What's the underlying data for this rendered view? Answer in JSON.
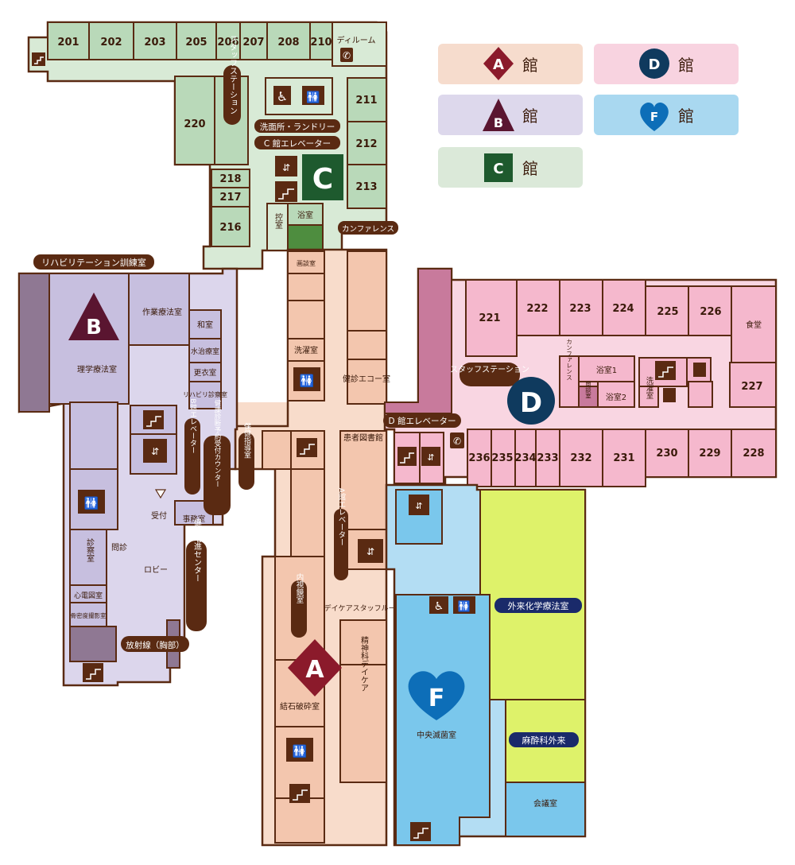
{
  "legend": [
    {
      "mark": "A",
      "name": "館",
      "color": "#f6dccd",
      "markColor": "#8b1a2b",
      "shape": "diamond"
    },
    {
      "mark": "D",
      "name": "館",
      "color": "#f8d3e0",
      "markColor": "#0f3a5e",
      "shape": "circle"
    },
    {
      "mark": "B",
      "name": "館",
      "color": "#ddd8ec",
      "markColor": "#5a1530",
      "shape": "triangle"
    },
    {
      "mark": "F",
      "name": "館",
      "color": "#a9d8f0",
      "markColor": "#0d6eb8",
      "shape": "heart"
    },
    {
      "mark": "C",
      "name": "館",
      "color": "#dbe9d9",
      "markColor": "#1e5a2e",
      "shape": "square"
    }
  ],
  "colors": {
    "A": "#f3c6ae",
    "A_corr": "#f8dccb",
    "B": "#c7bfdf",
    "B_corr": "#dcd6ec",
    "B_dark": "#8f7893",
    "C": "#b9d9b9",
    "C_corr": "#d8ead6",
    "C_dark": "#4e8d3f",
    "D": "#f5b8cd",
    "D_corr": "#f9d6e2",
    "D_dark": "#c87a9c",
    "F": "#7ac7ec",
    "F_corr": "#b3ddf3",
    "green": "#def26a",
    "brown": "#5a2a12"
  },
  "markers": {
    "A": "A",
    "B": "B",
    "C": "C",
    "D": "D",
    "F": "F"
  },
  "c_wing": {
    "rooms": [
      "201",
      "202",
      "203",
      "205",
      "206",
      "207",
      "208",
      "210"
    ],
    "dayroom": "ディルーム",
    "staff": "スタッフステーション",
    "r220": "220",
    "r211": "211",
    "r212": "212",
    "r213": "213",
    "r218": "218",
    "r217": "217",
    "r216": "216",
    "washroom": "洗面所・ランドリー",
    "elevator": "C 館エレベーター",
    "bath": "浴室",
    "hikae": "控室",
    "conference": "カンファレンス"
  },
  "b_wing": {
    "rehab": "リハビリテーション訓練室",
    "occupational": "作業療法室",
    "physical": "理学療法室",
    "wa": "和室",
    "hydro": "水治療室",
    "changing": "更衣室",
    "rehab_exam": "リハビリ診察室",
    "elevator": "B館エレベーター",
    "checkup_counter": "健康診断予約受付カウンター",
    "guidance": "保健指導室",
    "reception": "受付",
    "office": "事務室",
    "lobby": "ロビー",
    "interview": "問診",
    "exam": "診察室",
    "ecg": "心電図室",
    "bone": "骨密度撮影室",
    "center": "健康増進センター",
    "radiology": "放射線（胸部）"
  },
  "a_wing": {
    "drawing": "画談室",
    "laundry": "洗濯室",
    "echo": "健診エコー室",
    "library": "患者図書館",
    "elevator": "A館エレベーター",
    "endoscopy": "内視鏡室",
    "daycare_staff": "デイケアスタッフルーム",
    "psych": "精神科デイケア",
    "lithotripsy": "結石破砕室"
  },
  "d_wing": {
    "rooms_top": [
      "221",
      "222",
      "223",
      "224",
      "225",
      "226"
    ],
    "dining": "食堂",
    "r227": "227",
    "staff": "スタッフステーション",
    "conference": "カンファレンス",
    "interview": "面談室",
    "bath1": "浴室1",
    "bath2": "浴室2",
    "laundry": "洗濯室",
    "elevator": "D 館エレベーター",
    "rooms_bottom": [
      "236",
      "235",
      "234",
      "233",
      "232",
      "231",
      "230",
      "229",
      "228"
    ]
  },
  "f_wing": {
    "sterile": "中央滅菌室",
    "chemo": "外来化学療法室",
    "anesthesia": "麻酔科外来",
    "meeting": "会議室"
  }
}
